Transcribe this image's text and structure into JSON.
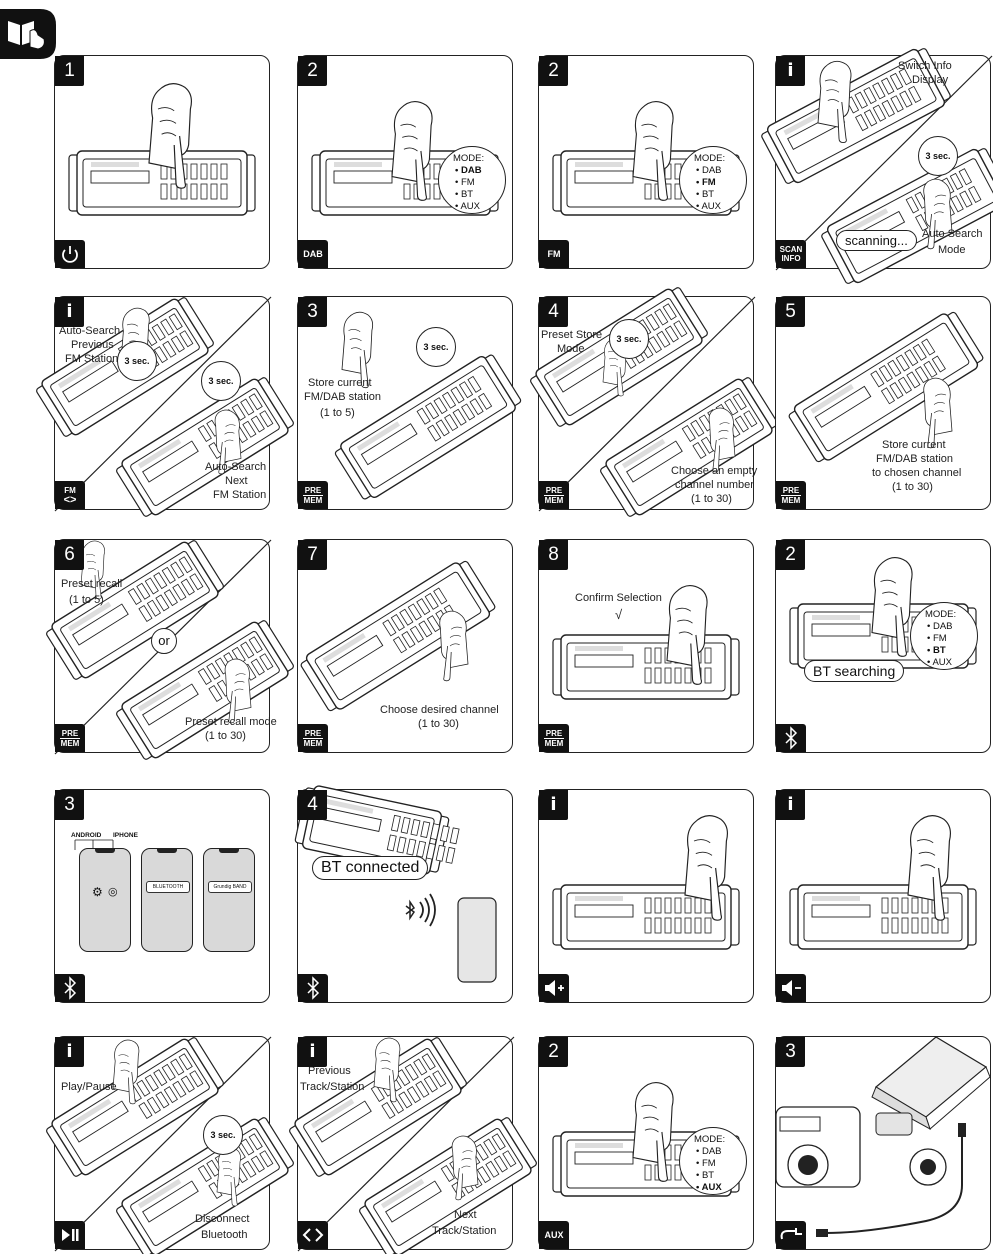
{
  "manual_icon": "book-hand-icon",
  "panels": [
    {
      "step": "1",
      "badge": "power-icon",
      "labels": []
    },
    {
      "step": "2",
      "badge": "DAB",
      "mode": {
        "title": "MODE:",
        "items": [
          "DAB",
          "FM",
          "BT",
          "AUX"
        ],
        "bold": "DAB"
      }
    },
    {
      "step": "2",
      "badge": "FM",
      "mode": {
        "title": "MODE:",
        "items": [
          "DAB",
          "FM",
          "BT",
          "AUX"
        ],
        "bold": "FM"
      }
    },
    {
      "step": "i",
      "badge_lines": [
        "SCAN",
        "INFO"
      ],
      "labels": [
        "Switch Info Display",
        "Auto Search Mode"
      ],
      "timer": "3 sec.",
      "bubble": "scanning..."
    },
    {
      "step": "i",
      "badge_lines": [
        "FM",
        "<>"
      ],
      "labels": [
        "Auto-Search Previous FM Station",
        "Auto-Search Next FM Station"
      ],
      "timer": "3 sec."
    },
    {
      "step": "3",
      "badge_lines": [
        "PRE",
        "MEM"
      ],
      "labels": [
        "Store current FM/DAB station (1 to 5)"
      ],
      "timer": "3 sec."
    },
    {
      "step": "4",
      "badge_lines": [
        "PRE",
        "MEM"
      ],
      "labels": [
        "Preset Store Mode",
        "Choose an empty channel number (1 to 30)"
      ],
      "timer": "3 sec."
    },
    {
      "step": "5",
      "badge_lines": [
        "PRE",
        "MEM"
      ],
      "labels": [
        "Store current FM/DAB station to chosen channel (1 to 30)"
      ]
    },
    {
      "step": "6",
      "badge_lines": [
        "PRE",
        "MEM"
      ],
      "labels": [
        "Preset recall (1 to 5)",
        "Preset recall mode (1 to 30)"
      ],
      "or": "or"
    },
    {
      "step": "7",
      "badge_lines": [
        "PRE",
        "MEM"
      ],
      "labels": [
        "Choose desired channel (1 to 30)"
      ]
    },
    {
      "step": "8",
      "badge_lines": [
        "PRE",
        "MEM"
      ],
      "labels": [
        "Confirm Selection"
      ],
      "check": "√"
    },
    {
      "step": "2",
      "badge": "bluetooth-icon",
      "mode": {
        "title": "MODE:",
        "items": [
          "DAB",
          "FM",
          "BT",
          "AUX"
        ],
        "bold": "BT"
      },
      "bubble": "BT searching"
    },
    {
      "step": "3",
      "badge": "bluetooth-icon",
      "phone_labels": [
        "ANDROID",
        "IPHONE"
      ],
      "phone_fields": [
        "BLUETOOTH",
        "Grundig BAND"
      ]
    },
    {
      "step": "4",
      "badge": "bluetooth-icon",
      "bubble": "BT connected"
    },
    {
      "step": "i",
      "badge": "volume-up-icon"
    },
    {
      "step": "i",
      "badge": "volume-down-icon"
    },
    {
      "step": "i",
      "badge": "play-pause-icon",
      "labels": [
        "Play/Pause",
        "Disconnect Bluetooth"
      ],
      "timer": "3 sec."
    },
    {
      "step": "i",
      "badge": "prev-next-icon",
      "labels": [
        "Previous Track/Station",
        "Next Track/Station"
      ]
    },
    {
      "step": "2",
      "badge": "AUX",
      "mode": {
        "title": "MODE:",
        "items": [
          "DAB",
          "FM",
          "BT",
          "AUX"
        ],
        "bold": "AUX"
      }
    },
    {
      "step": "3",
      "badge": "aux-cable-icon"
    }
  ],
  "text": {
    "p4_a": "Switch Info",
    "p4_b": "Display",
    "p4_c": "Auto Search",
    "p4_d": "Mode",
    "p5_a": "Auto-Search",
    "p5_b": "Previous",
    "p5_c": "FM Station",
    "p5_d": "Auto-Search",
    "p5_e": "Next",
    "p5_f": "FM Station",
    "p6_a": "Store current",
    "p6_b": "FM/DAB station",
    "p6_c": "(1 to 5)",
    "p7_a": "Preset Store",
    "p7_b": "Mode",
    "p7_c": "Choose an empty",
    "p7_d": "channel number",
    "p7_e": "(1 to 30)",
    "p8_a": "Store current",
    "p8_b": "FM/DAB station",
    "p8_c": "to chosen channel",
    "p8_d": "(1 to 30)",
    "p9_a": "Preset recall",
    "p9_b": "(1 to 5)",
    "p9_c": "Preset recall mode",
    "p9_d": "(1 to 30)",
    "p10_a": "Choose desired channel",
    "p10_b": "(1 to 30)",
    "p11_a": "Confirm Selection",
    "p17_a": "Play/Pause",
    "p17_b": "Disconnect",
    "p17_c": "Bluetooth",
    "p18_a": "Previous",
    "p18_b": "Track/Station",
    "p18_c": "Next",
    "p18_d": "Track/Station",
    "timer": "3 sec.",
    "or": "or",
    "check": "√",
    "mode_title": "MODE:",
    "m1": "DAB",
    "m2": "FM",
    "m3": "BT",
    "m4": "AUX",
    "scanning": "scanning...",
    "bt_searching": "BT searching",
    "bt_connected": "BT connected",
    "android": "ANDROID",
    "iphone": "IPHONE",
    "bt_field": "BLUETOOTH",
    "grundig": "Grundig BAND",
    "steps": [
      "1",
      "2",
      "2",
      "i",
      "i",
      "3",
      "4",
      "5",
      "6",
      "7",
      "8",
      "2",
      "3",
      "4",
      "i",
      "i",
      "i",
      "i",
      "2",
      "3"
    ],
    "badges": {
      "dab": "DAB",
      "fm": "FM",
      "aux": "AUX",
      "scan": "SCAN",
      "info": "INFO",
      "fmtop": "FM",
      "pre": "PRE",
      "mem": "MEM"
    }
  }
}
